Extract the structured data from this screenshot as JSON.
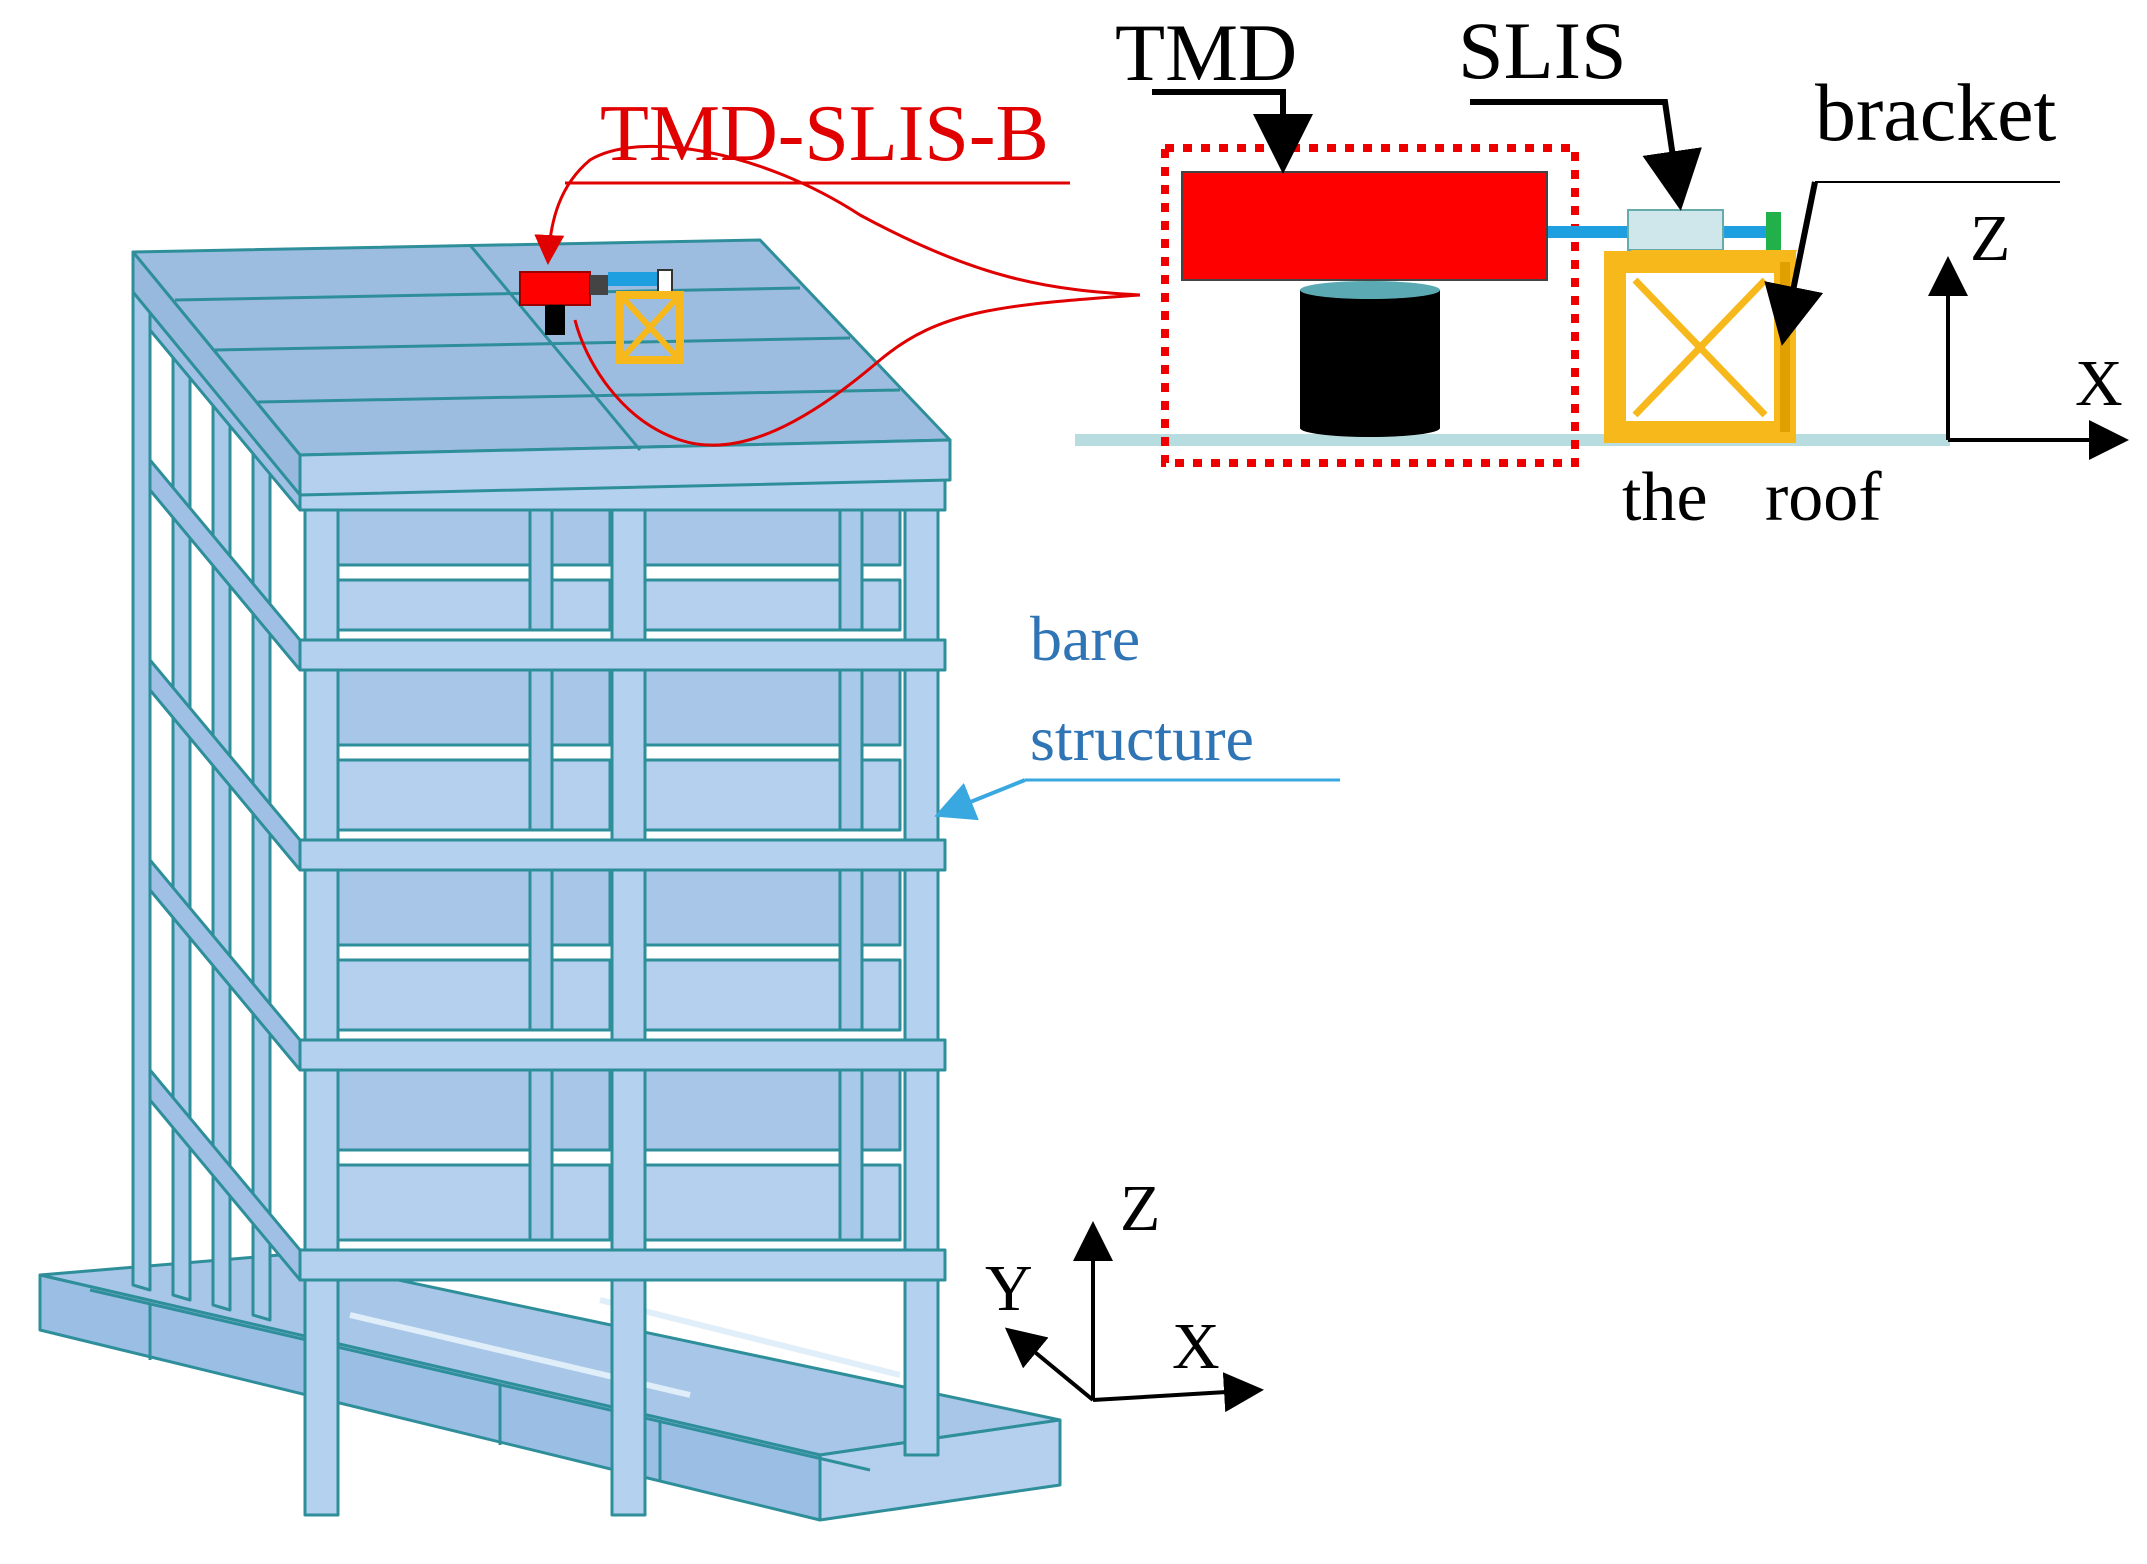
{
  "labels": {
    "tmd": "TMD",
    "slis": "SLIS",
    "bracket": "bracket",
    "tmd_slis_b": "TMD-SLIS-B",
    "bare_line1": "bare",
    "bare_line2": "structure",
    "roof_the": "the",
    "roof_word": "roof",
    "axis_z_detail": "Z",
    "axis_x_detail": "X",
    "axis_z_main": "Z",
    "axis_y_main": "Y",
    "axis_x_main": "X"
  },
  "colors": {
    "structure_fill": "#a7c6e8",
    "structure_top": "#9dbde0",
    "structure_stroke": "#2e8f9a",
    "tmd_red": "#ff0000",
    "damper_black": "#000000",
    "bracket_yellow": "#f7b81c",
    "slis_box": "#cfe6ea",
    "connector_blue": "#1e9fdf",
    "plate_green": "#22b04b",
    "roof_line": "#b7dde0",
    "bare_text": "#2f74b5",
    "bare_arrow": "#39a8e0"
  }
}
